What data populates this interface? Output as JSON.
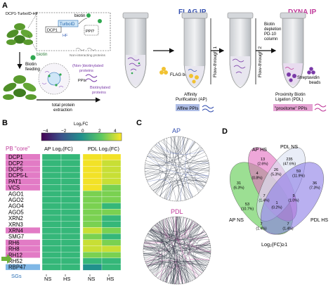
{
  "panels": {
    "A": "A",
    "B": "B",
    "C": "C",
    "D": "D"
  },
  "panel_a": {
    "construct": "DCP1-TurboID-HF",
    "turboid": "TurboID",
    "dcp1": "DCP1",
    "biotin": "biotin",
    "hf": "HF",
    "ppi_q": "PPI?",
    "non_interacting": "Non-interacting proteins",
    "biotin_feeding": [
      "Biotin",
      "feeding"
    ],
    "biotin_small": "biotin",
    "non_biotinylated": [
      "(Non-)biotinylated",
      "proteins"
    ],
    "biotinylated": [
      "Biotinylated",
      "proteins"
    ],
    "total_extraction": [
      "total protein",
      "extraction"
    ],
    "ppis_small": "PPIs",
    "flag_ip": "FLAG IP",
    "flag_beads": "FLAG beads",
    "affinity": [
      "Affinity",
      "Purification (AP)"
    ],
    "affine_ppis": "Affine PPIs",
    "flow_through_1": "Flow-through 1",
    "biotin_depletion": [
      "Biotin",
      "depletion",
      "PD-10",
      "column"
    ],
    "flow_through_2": "Flow-through 2",
    "dyna_ip": "DYNA IP",
    "streptavidin": [
      "Streptavidin",
      "beads"
    ],
    "proximity": [
      "Proximity Biotin",
      "Ligation (PDL)"
    ],
    "proxitome": "\"proxitome\" PPIs"
  },
  "panel_b": {
    "colorbar_title": "Log₂FC",
    "colorbar_ticks": [
      "−4",
      "−2",
      "0",
      "2",
      "4"
    ],
    "core_label": "PB \"core\"",
    "col_header_ap": "AP Log₂(FC)",
    "col_header_pdl": "PDL Log₂(FC)",
    "genes": [
      "DCP1",
      "DCP2",
      "DCP5",
      "DCP5-L",
      "PAT1",
      "VCS",
      "AGO1",
      "AGO2",
      "AGO4",
      "AGO5",
      "XRN2",
      "XRN3",
      "XRN4",
      "SMG7",
      "RH6",
      "RH8",
      "RH12",
      "RH52",
      "RBP47"
    ],
    "highlighted": [
      true,
      true,
      true,
      true,
      true,
      true,
      false,
      false,
      false,
      false,
      false,
      false,
      true,
      false,
      true,
      true,
      true,
      false,
      false
    ],
    "sg_label": "SGs",
    "x_labels": [
      "NS",
      "HS",
      "NS",
      "HS"
    ],
    "colors": {
      "core_box": "#e27bc5",
      "sg_box": "#7fb7e6",
      "arrow": "#6fb33b"
    }
  },
  "panel_c": {
    "ap_label": "AP",
    "pdl_label": "PDL",
    "colors": {
      "ap": "#3550b0",
      "pdl": "#c0399a"
    }
  },
  "panel_d": {
    "sets": {
      "ap_ns": "AP NS",
      "ap_hs": "AP HS",
      "pdl_ns": "PDL NS",
      "pdl_hs": "PDL HS"
    },
    "regions": [
      {
        "n": "31",
        "p": "(6.3%)"
      },
      {
        "n": "13",
        "p": "(2.6%)"
      },
      {
        "n": "235",
        "p": "(47.6%)"
      },
      {
        "n": "36",
        "p": "(7.3%)"
      },
      {
        "n": "26",
        "p": "(5.3%)"
      },
      {
        "n": "59",
        "p": "(11.9%)"
      },
      {
        "n": "4",
        "p": "(0.8%)"
      },
      {
        "n": "53",
        "p": "(10.7%)"
      },
      {
        "n": "7",
        "p": "(1.4%)"
      },
      {
        "n": "1",
        "p": "(0.2%)"
      },
      {
        "n": "5",
        "p": "(1.0%)"
      },
      {
        "n": "7",
        "p": "(1.4%)"
      },
      {
        "n": "7",
        "p": "(1.4%)"
      }
    ],
    "threshold": "Log₂(FC)≥1",
    "colors": {
      "ap_ns": "#7bd46f",
      "ap_hs": "#e36cc0",
      "pdl_ns": "#dde3f2",
      "pdl_hs": "#8b7be6"
    }
  }
}
